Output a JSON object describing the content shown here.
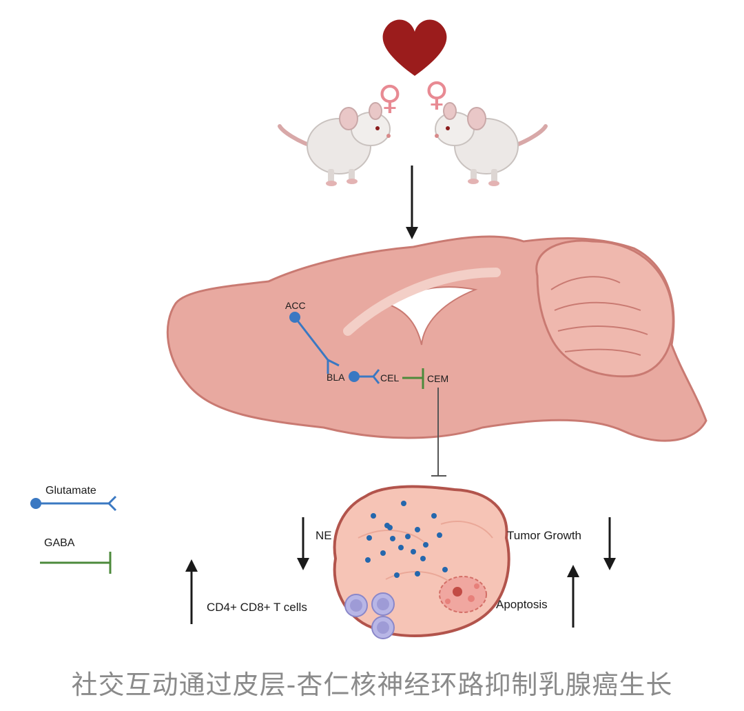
{
  "labels": {
    "acc": "ACC",
    "bla": "BLA",
    "cel": "CEL",
    "cem": "CEM",
    "glutamate": "Glutamate",
    "gaba": "GABA",
    "ne": "NE",
    "tumor_growth": "Tumor Growth",
    "t_cells": "CD4+ CD8+ T cells",
    "apoptosis": "Apoptosis"
  },
  "symbols": {
    "female_left": "♀",
    "female_right": "♀"
  },
  "caption": "社交互动通过皮层-杏仁核神经环路抑制乳腺癌生长",
  "colors": {
    "heart": "#9b1c1c",
    "female_symbol": "#e88a93",
    "brain_fill": "#e8a9a0",
    "brain_stroke": "#c97a72",
    "glutamate": "#3a78c2",
    "gaba": "#4c8a3b",
    "tumor_fill": "#f6c4b6",
    "tumor_stroke": "#b2544c",
    "caption": "#8a8a8a"
  },
  "icons": [
    "heart-icon",
    "female-symbol-icon",
    "mouse-icon",
    "brain-icon",
    "tumor-icon",
    "t-cell-icon",
    "apoptotic-cell-icon"
  ]
}
